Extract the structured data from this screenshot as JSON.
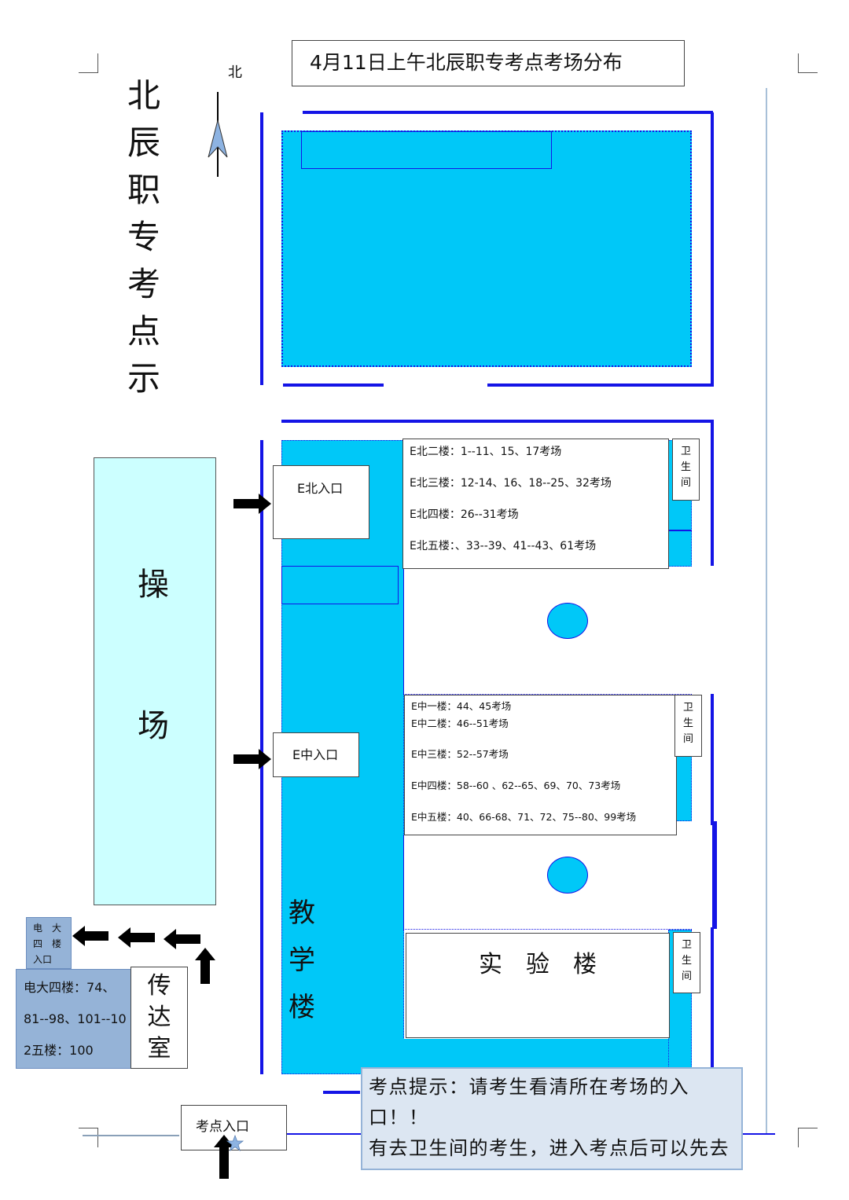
{
  "title": "4月11日上午北辰职专考点考场分布",
  "side_title": [
    "北",
    "辰",
    "职",
    "专",
    "考",
    "点",
    "示"
  ],
  "north_label": "北",
  "playground": [
    "操",
    "场"
  ],
  "teaching_building": [
    "教",
    "学",
    "楼"
  ],
  "lab_building": "实　验　楼",
  "restroom": [
    "卫",
    "生",
    "间"
  ],
  "e_north_entrance": "E北入口",
  "e_middle_entrance": "E中入口",
  "e_north_floors": [
    "E北二楼：1--11、15、17考场",
    "E北三楼：12-14、16、18--25、32考场",
    "E北四楼：26--31考场",
    "E北五楼：、33--39、41--43、61考场"
  ],
  "e_middle_floors": [
    "E中一楼：44、45考场",
    "E中二楼：46--51考场",
    "E中三楼：52--57考场",
    "E中四楼：58--60 、62--65、69、70、73考场",
    "E中五楼：40、66-68、71、72、75--80、99考场"
  ],
  "dianda_entrance": [
    "电　大",
    "四　楼",
    "入口"
  ],
  "dianda_info": [
    "电大四楼：74、",
    "81--98、101--10",
    "2五楼：100"
  ],
  "guard_room": [
    "传",
    "达",
    "室"
  ],
  "exam_entrance": "考点入口",
  "hint": [
    "考点提示：请考生看清所在考场的入口！！",
    "有去卫生间的考生，进入考点后可以先去"
  ]
}
